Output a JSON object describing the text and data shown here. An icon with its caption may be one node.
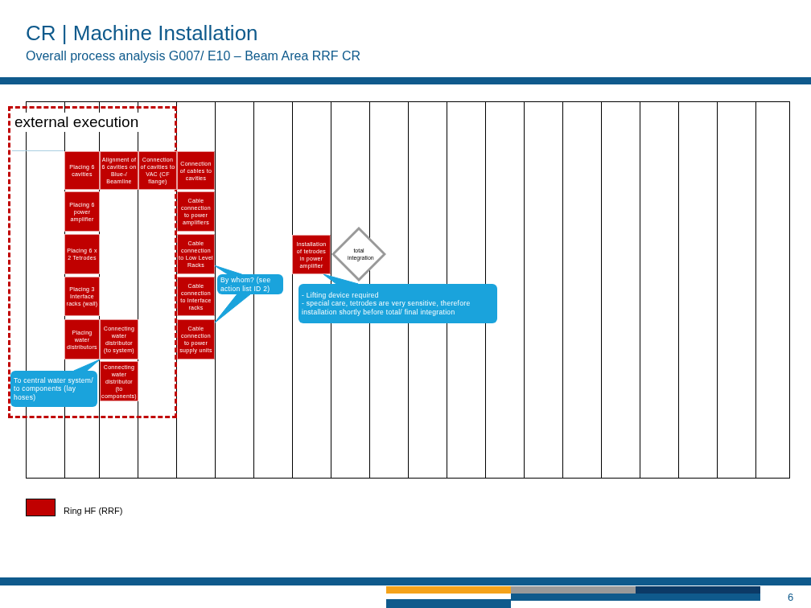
{
  "diagram": {
    "title": "CR | Machine Installation",
    "nodes": [
      {
        "text": [
          "external execution"
        ]
      },
      {
        "text": [
          "Placing 6 cavities"
        ],
        "in": 0
      },
      {
        "text": [
          "Alignment of 6 cavities on Blue-/ Beamline"
        ],
        "in": 0
      },
      {
        "text": [
          "Connection of cavities to VAC (CF flange)"
        ],
        "in": 0
      },
      {
        "text": [
          "Connection of cables to cavities"
        ]
      },
      {
        "text": [
          "Placing 6 power amplifier"
        ],
        "in": 0
      },
      {
        "text": [
          "Cable connection to power amplifiers"
        ]
      },
      {
        "text": [
          "Placing 6 x 2 Tetrodes"
        ],
        "in": 0
      },
      {
        "text": [
          "Cable connection to Low Level Racks"
        ]
      },
      {
        "text": [
          "Installation of tetrodes in power amplifier"
        ]
      },
      {
        "text": [
          "total integration"
        ]
      },
      {
        "text": [
          "By whom? (see action list ID 2)"
        ]
      },
      {
        "text": [
          "Placing 3 Interface racks (wall)"
        ],
        "in": 0
      },
      {
        "text": [
          "Cable connection to Interface racks"
        ]
      },
      {
        "text": [
          "- Lifting device required",
          "- special care, tetrodes are very sensitive, therefore installation shortly before total/ final integration"
        ]
      },
      {
        "text": [
          "Placing water distributors"
        ],
        "in": 0
      },
      {
        "text": [
          "Connecting water distributor (to system)"
        ],
        "in": 0
      },
      {
        "text": [
          "Cable connection to power supply units"
        ]
      },
      {
        "text": [
          "To central water system/ to components (lay hoses)"
        ],
        "in": 0
      },
      {
        "text": [
          "Connecting water distributor (to components)"
        ],
        "in": 0
      }
    ],
    "edges": [
      {
        "from": 11,
        "to": 8,
        "arrow": "none",
        "color": "#1aa3dc"
      },
      {
        "from": 11,
        "to": 17,
        "arrow": "none",
        "color": "#1aa3dc"
      },
      {
        "from": 18,
        "to": 15,
        "arrow": "none",
        "color": "#1aa3dc"
      },
      {
        "from": 14,
        "to": 9,
        "arrow": "none",
        "color": "#1aa3dc"
      }
    ],
    "labels": [
      "Overall process analysis G007/ E10 – Beam Area RRF CR",
      "6"
    ],
    "legend": [
      {
        "text": "Ring HF (RRF)",
        "color": "#c00000"
      }
    ]
  }
}
